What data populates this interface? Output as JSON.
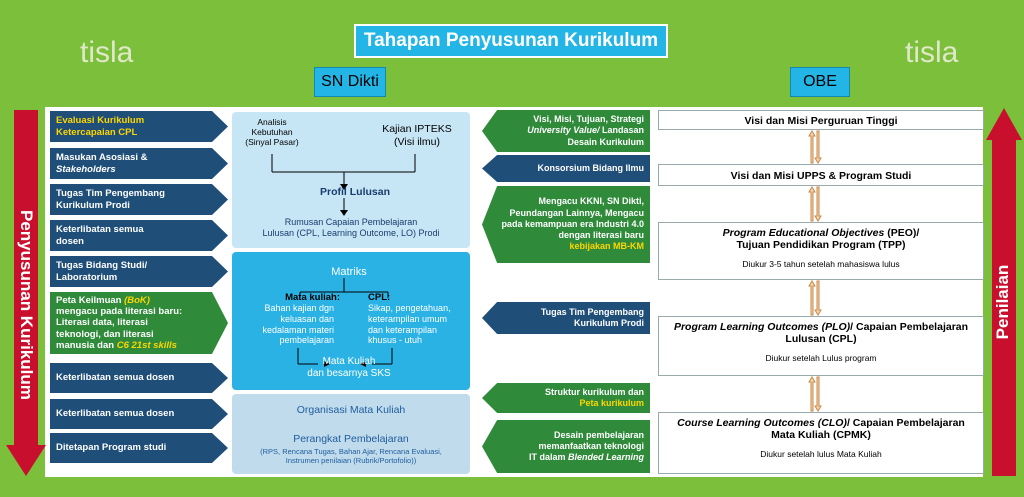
{
  "watermark": "tisla",
  "title": "Tahapan Penyusunan Kurikulum",
  "headers": {
    "left": "SN Dikti",
    "right": "OBE"
  },
  "side_labels": {
    "left": "Penyusunan Kurikulum",
    "right": "Penilaian"
  },
  "left_steps": [
    {
      "text": "Evaluasi Kurikulum",
      "text2": "Ketercapaian CPL"
    },
    {
      "text": "Masukan Asosiasi &",
      "text2": "Stakeholders"
    },
    {
      "text": "Tugas Tim Pengembang",
      "text2": "Kurikulum Prodi"
    },
    {
      "text": "Keterlibatan semua",
      "text2": "dosen"
    },
    {
      "text": "Tugas Bidang Studi/",
      "text2": "Laboratorium"
    },
    {
      "text": "Peta Keilmuan",
      "text_bok": "(BoK)",
      "text2": "mengacu pada literasi baru:",
      "text3": "Literasi data, literasi",
      "text4": "teknologi, dan literasi",
      "text5": "manusia dan",
      "text5b": "C6 21st skills"
    },
    {
      "text": "Keterlibatan semua dosen"
    },
    {
      "text": "Keterlibatan semua dosen"
    },
    {
      "text": "Ditetapan Program studi"
    }
  ],
  "middle": {
    "analisis": "Analisis\nKebutuhan\n(Sinyal Pasar)",
    "kajian": "Kajian IPTEKS\n(Visi ilmu)",
    "profil": "Profil Lulusan",
    "rumusan": "Rumusan Capaian Pembelajaran\nLulusan (CPL, Learning Outcome, LO) Prodi",
    "matriks": "Matriks",
    "matkul_title": "Mata kuliah:",
    "matkul_text": "Bahan kajian dgn\nkeluasan dan\nkedalaman materi\npembelajaran",
    "cpl_title": "CPL:",
    "cpl_text": "Sikap, pengetahuan,\nketerampilan umum\ndan keterampilan\nkhusus - utuh",
    "mk_sks": "Mata Kuliah\ndan besarnya SKS",
    "organisasi": "Organisasi Mata Kuliah",
    "perangkat": "Perangkat Pembelajaran",
    "perangkat_detail": "(RPS, Rencana Tugas, Bahan Ajar, Rencana Evaluasi,\nInstrumen penilaian (Rubrik/Portofolio))"
  },
  "right_steps": [
    {
      "text": "Visi, Misi, Tujuan, Strategi",
      "text2": "University Value/",
      "text2b": "Landasan",
      "text3": "Desain Kurikulum"
    },
    {
      "text": "Konsorsium Bidang Ilmu"
    },
    {
      "text": "Mengacu KKNI, SN Dikti,\nPeundangan Lainnya, Mengacu\npada kemampuan era Industri 4.0\ndengan literasi baru",
      "text_y": "kebijakan MB-KM"
    },
    {
      "text": "Tugas Tim Pengembang\nKurikulum Prodi"
    },
    {
      "text": "Struktur kurikulum dan",
      "text_y": "Peta kurikulum"
    },
    {
      "text": "Desain pembelajaran\nmemanfaatkan teknologi\nIT dalam",
      "text_i": "Blended Learning"
    }
  ],
  "obe": [
    {
      "title": "Visi dan Misi Perguruan Tinggi"
    },
    {
      "title": "Visi dan Misi UPPS & Program Studi"
    },
    {
      "title_i": "Program Educational Objectives",
      "title": " (PEO)/\nTujuan Pendidikan Program (TPP)",
      "sub": "Diukur 3-5 tahun setelah mahasiswa lulus"
    },
    {
      "title_i": "Program Learning Outcomes (PLO)",
      "title": "/ Capaian Pembelajaran\nLulusan (CPL)",
      "sub": "Diukur setelah Lulus program"
    },
    {
      "title_i": "Course Learning Outcomes (CLO)",
      "title": "/ Capaian Pembelajaran\nMata Kuliah (CPMK)",
      "sub": "Diukur setelah lulus Mata Kuliah"
    }
  ],
  "colors": {
    "green_bg": "#7bbf3a",
    "navy": "#1f4e79",
    "dark_green": "#2f8a3a",
    "cyan": "#22b5e6",
    "red": "#c8102e",
    "yellow": "#ffd700"
  }
}
